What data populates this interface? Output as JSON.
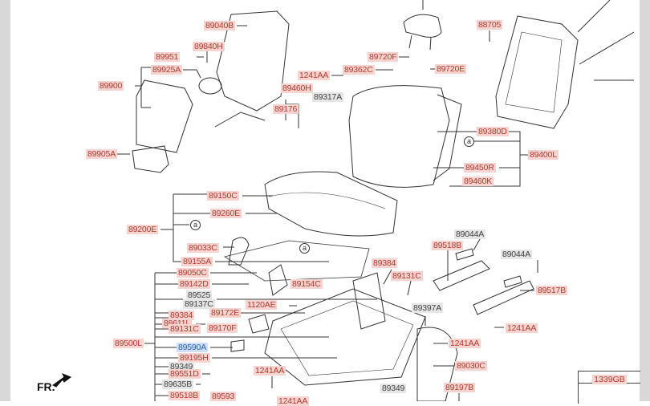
{
  "diagram": {
    "title": "Rear seat assembly exploded parts diagram",
    "orientation_label": "FR.",
    "callout_symbol": "a",
    "highlight_colors": {
      "part": "#f8d4d0",
      "reference": "#e6e6e6",
      "selected": "#cfe0f6"
    },
    "legend_box_label": "1339GB",
    "labels": [
      {
        "id": "89040B",
        "style": "red"
      },
      {
        "id": "89840H",
        "style": "red"
      },
      {
        "id": "89951",
        "style": "red"
      },
      {
        "id": "89925A",
        "style": "red"
      },
      {
        "id": "89900",
        "style": "red"
      },
      {
        "id": "89905A",
        "style": "red"
      },
      {
        "id": "89460H",
        "style": "red"
      },
      {
        "id": "89176",
        "style": "red"
      },
      {
        "id": "1241AA",
        "style": "red"
      },
      {
        "id": "89362C",
        "style": "red"
      },
      {
        "id": "89720F",
        "style": "red"
      },
      {
        "id": "89720E",
        "style": "red"
      },
      {
        "id": "89317A",
        "style": "gray"
      },
      {
        "id": "88705",
        "style": "red"
      },
      {
        "id": "89380D",
        "style": "red"
      },
      {
        "id": "89400L",
        "style": "red"
      },
      {
        "id": "89450R",
        "style": "red"
      },
      {
        "id": "89460K",
        "style": "red"
      },
      {
        "id": "89150C",
        "style": "red"
      },
      {
        "id": "89260E",
        "style": "red"
      },
      {
        "id": "89200E",
        "style": "red"
      },
      {
        "id": "89033C",
        "style": "red"
      },
      {
        "id": "89155A",
        "style": "red"
      },
      {
        "id": "89050C",
        "style": "red"
      },
      {
        "id": "89142D",
        "style": "red"
      },
      {
        "id": "89154C",
        "style": "red"
      },
      {
        "id": "89525",
        "style": "gray"
      },
      {
        "id": "89137C",
        "style": "gray"
      },
      {
        "id": "1120AE",
        "style": "red"
      },
      {
        "id": "89172E",
        "style": "red"
      },
      {
        "id": "89384",
        "style": "red"
      },
      {
        "id": "88611L",
        "style": "red"
      },
      {
        "id": "89131C",
        "style": "red"
      },
      {
        "id": "89170F",
        "style": "red"
      },
      {
        "id": "89500L",
        "style": "red"
      },
      {
        "id": "89590A",
        "style": "blue"
      },
      {
        "id": "89195H",
        "style": "red"
      },
      {
        "id": "89349",
        "style": "gray"
      },
      {
        "id": "89551D",
        "style": "red"
      },
      {
        "id": "89635B",
        "style": "gray"
      },
      {
        "id": "89518B",
        "style": "red"
      },
      {
        "id": "89593",
        "style": "red"
      },
      {
        "id": "1241AA",
        "style": "red"
      },
      {
        "id": "89384",
        "style": "red"
      },
      {
        "id": "89131C",
        "style": "red"
      },
      {
        "id": "89397A",
        "style": "gray"
      },
      {
        "id": "89518B",
        "style": "red"
      },
      {
        "id": "89044A",
        "style": "gray"
      },
      {
        "id": "89044A",
        "style": "gray"
      },
      {
        "id": "89517B",
        "style": "red"
      },
      {
        "id": "1241AA",
        "style": "red"
      },
      {
        "id": "1241AA",
        "style": "red"
      },
      {
        "id": "89030C",
        "style": "red"
      },
      {
        "id": "89349",
        "style": "gray"
      },
      {
        "id": "89197B",
        "style": "red"
      },
      {
        "id": "1241AA",
        "style": "red"
      }
    ]
  }
}
